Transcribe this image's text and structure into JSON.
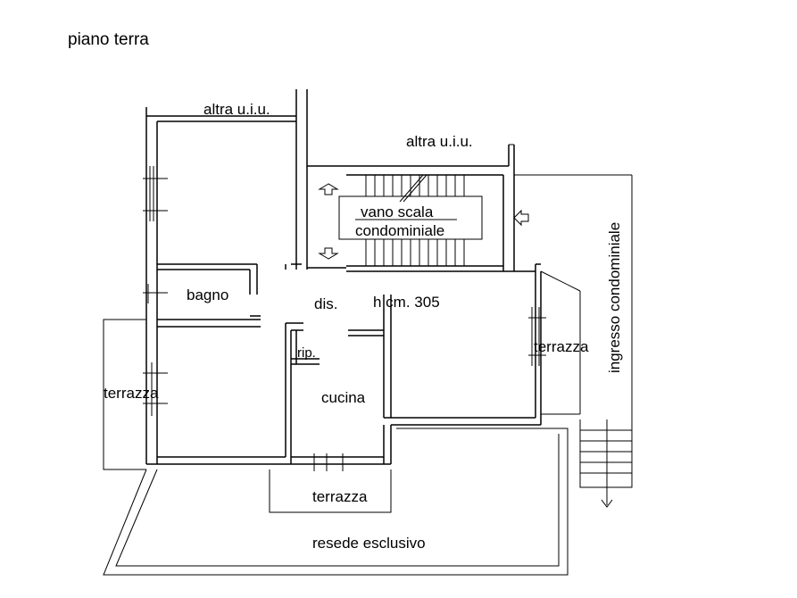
{
  "title": "piano terra",
  "labels": {
    "altra_uiu_1": "altra u.i.u.",
    "altra_uiu_2": "altra u.i.u.",
    "vano_scala": "vano scala",
    "condominiale": "condominiale",
    "ingresso": "ingresso condominiale",
    "bagno": "bagno",
    "dis": "dis.",
    "altezza": "h cm. 305",
    "rip": "rip.",
    "cucina": "cucina",
    "terrazza_left": "terrazza",
    "terrazza_right": "terrazza",
    "terrazza_bottom": "terrazza",
    "resede": "resede esclusivo"
  }
}
